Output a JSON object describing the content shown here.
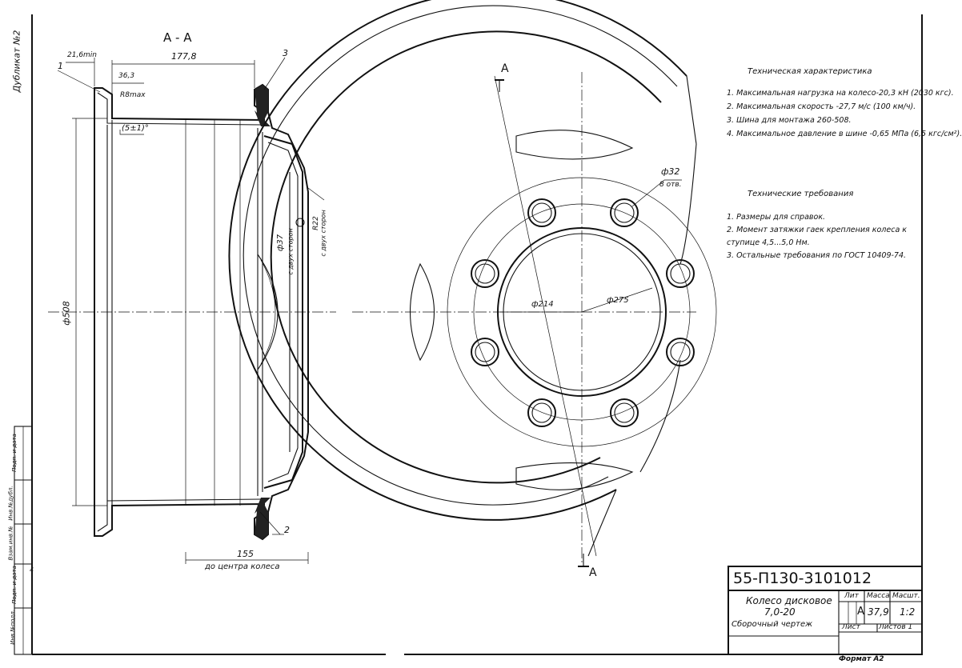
{
  "corner_label": "Дубликат №2",
  "section_title": "А - А",
  "dimensions": {
    "d_21_6min": "21,6min",
    "d_177_8": "177,8",
    "d_36_3": "36,3",
    "d_r8max": "R8max",
    "d_angle": "(5±1)°",
    "d_508": "ф508",
    "d_37": "ф37",
    "d_37_note": "с двух сторон",
    "d_r22": "R22",
    "d_r22_note": "с двух сторон",
    "d_155": "155",
    "d_155_note": "до центра колеса",
    "d_32": "ф32",
    "d_32_note": "8 отв.",
    "d_214": "ф214",
    "d_275": "ф275"
  },
  "callouts": {
    "c1": "1",
    "c2": "2",
    "c3": "3"
  },
  "section_marks": {
    "top": "A",
    "bottom": "A"
  },
  "tech_char": {
    "heading": "Техническая характеристика",
    "items": [
      "1. Максимальная нагрузка на колесо-20,3  кН (2030 кгс).",
      "2. Максимальная скорость -27,7 м/с (100 км/ч).",
      "3. Шина для монтажа 260-508.",
      "4. Максимальное давление в шине -0,65 МПа (6,5 кгс/см²)."
    ]
  },
  "tech_req": {
    "heading": "Технические требования",
    "items": [
      "1. Размеры для справок.",
      "2. Момент затяжки гаек крепления колеса к",
      "    ступице  4,5...5,0 Нм.",
      "3. Остальные требования по ГОСТ 10409-74."
    ]
  },
  "title_block": {
    "doc_number": "55-П130-3101012",
    "name_line1": "Колесо дисковое",
    "name_line2": "7,0-20",
    "name_line3": "Сборочный чертеж",
    "hdr_lit": "Лит",
    "hdr_mass": "Масса",
    "hdr_scale": "Масшт.",
    "lit_value": "А",
    "mass_value": "37,9",
    "scale_value": "1:2",
    "sheet_label": "Лист",
    "sheets_label": "Листов 1"
  },
  "format_label": "Формат А2",
  "side_stamp": [
    "Инв.№подл.",
    "Подп. и дата",
    "Взам.инв.№",
    "Инв.№дубл.",
    "Подп. и дата"
  ],
  "side_mark": "4"
}
